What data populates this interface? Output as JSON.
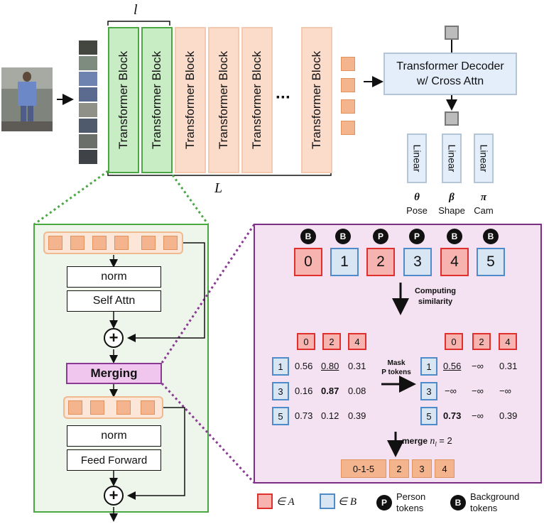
{
  "top": {
    "label_l": "l",
    "label_L": "L",
    "block_label": "Transformer Block",
    "ellipsis": "···",
    "decoder_line1": "Transformer Decoder",
    "decoder_line2": "w/ Cross Attn",
    "linear_label": "Linear",
    "heads": [
      {
        "symbol": "θ",
        "name": "Pose"
      },
      {
        "symbol": "β",
        "name": "Shape"
      },
      {
        "symbol": "π",
        "name": "Cam"
      }
    ]
  },
  "block_detail": {
    "norm1": "norm",
    "self_attn": "Self Attn",
    "plus": "+",
    "merging": "Merging",
    "norm2": "norm",
    "feed_forward": "Feed Forward"
  },
  "merge_panel": {
    "tokens": [
      {
        "id": "0",
        "badge": "B",
        "set": "A"
      },
      {
        "id": "1",
        "badge": "B",
        "set": "B"
      },
      {
        "id": "2",
        "badge": "P",
        "set": "A"
      },
      {
        "id": "3",
        "badge": "P",
        "set": "B"
      },
      {
        "id": "4",
        "badge": "B",
        "set": "A"
      },
      {
        "id": "5",
        "badge": "B",
        "set": "B"
      }
    ],
    "computing_similarity": [
      "Computing",
      "similarity"
    ],
    "a_header": [
      "0",
      "2",
      "4"
    ],
    "b_rows": [
      "1",
      "3",
      "5"
    ],
    "sim_before": [
      [
        "0.56",
        "0.80",
        "0.31"
      ],
      [
        "0.16",
        "0.87",
        "0.08"
      ],
      [
        "0.73",
        "0.12",
        "0.39"
      ]
    ],
    "mask_label": [
      "Mask",
      "P tokens"
    ],
    "sim_after": [
      [
        "0.56",
        "−∞",
        "0.31"
      ],
      [
        "−∞",
        "−∞",
        "−∞"
      ],
      [
        "0.73",
        "−∞",
        "0.39"
      ]
    ],
    "merge_label": "merge",
    "merge_eq": "n",
    "merge_eq_sub": "l",
    "merge_eq_rhs": "= 2",
    "merged_tokens": [
      "0-1-5",
      "2",
      "3",
      "4"
    ]
  },
  "legend": {
    "in_a": "∈ A",
    "in_b": "∈ B",
    "person_badge": "P",
    "person_label": [
      "Person",
      "tokens"
    ],
    "background_badge": "B",
    "background_label": [
      "Background",
      "tokens"
    ]
  },
  "colors": {
    "green_fill": "#c8ecc4",
    "green_border": "#4aa843",
    "peach_fill": "#fbdccb",
    "orange_token": "#f4b58e",
    "set_a_border": "#e0302b",
    "set_b_border": "#4f8bc9",
    "panel_fill": "#f4e1f1",
    "panel_border": "#7a2f82",
    "merging_fill": "#f1c6ee"
  }
}
